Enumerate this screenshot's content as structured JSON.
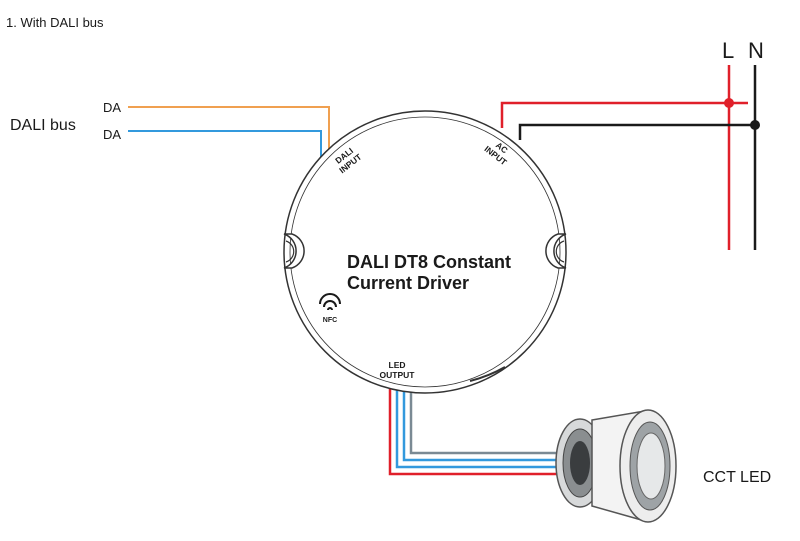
{
  "heading": "1. With DALI bus",
  "dali_bus_label": "DALI bus",
  "da_label_top": "DA",
  "da_label_bottom": "DA",
  "port_dali_line1": "DALI",
  "port_dali_line2": "INPUT",
  "port_ac_line1": "AC",
  "port_ac_line2": "INPUT",
  "port_led_line1": "LED",
  "port_led_line2": "OUTPUT",
  "driver_title_line1": "DALI DT8 Constant",
  "driver_title_line2": "Current Driver",
  "nfc_label": "NFC",
  "mains_L": "L",
  "mains_N": "N",
  "led_label": "CCT LED",
  "colors": {
    "line_live": "#e0202a",
    "line_neutral": "#1a1a1a",
    "bus_orange": "#f0a050",
    "bus_blue": "#3399dd",
    "led_grey": "#7a8a94",
    "outline": "#333333"
  }
}
